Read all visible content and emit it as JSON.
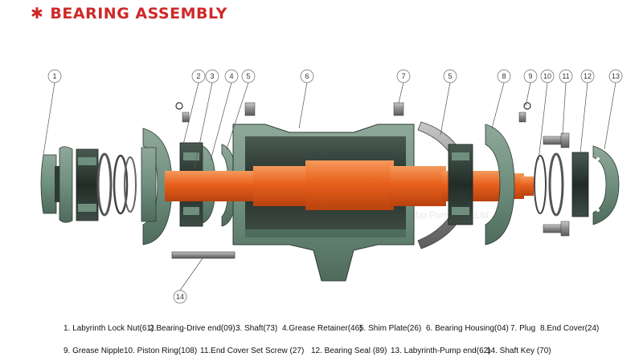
{
  "title": "BEARING ASSEMBLY",
  "title_icon": "asterisk-icon",
  "watermark": "Shijiazhuang Sunbo Pump Co.,Ltd",
  "callouts": [
    "1",
    "2",
    "3",
    "4",
    "5",
    "6",
    "7",
    "5",
    "8",
    "9",
    "10",
    "11",
    "12",
    "13",
    "14"
  ],
  "legend_row1": [
    "1. Labyrinth Lock Nut(61)",
    "2.Bearing-Drive end(09)",
    "3. Shaft(73)",
    "4.Grease Retainer(46)",
    "5. Shim Plate(26)",
    "6. Bearing Housing(04)",
    "7. Plug",
    "8.End Cover(24)"
  ],
  "legend_row2": [
    "9. Grease Nipple",
    "10. Piston Ring(108)",
    "11.End Cover Set Screw (27)",
    "12. Bearing Seal (89)",
    "13. Labyrinth-Pump end(62)",
    "14. Shaft Key (70)"
  ],
  "colors": {
    "title": "#d02828",
    "shaft": "#e8601c",
    "housing": "#6f8f7e",
    "bearing_dark": "#2e3a34",
    "metal": "#8a8a8a"
  }
}
